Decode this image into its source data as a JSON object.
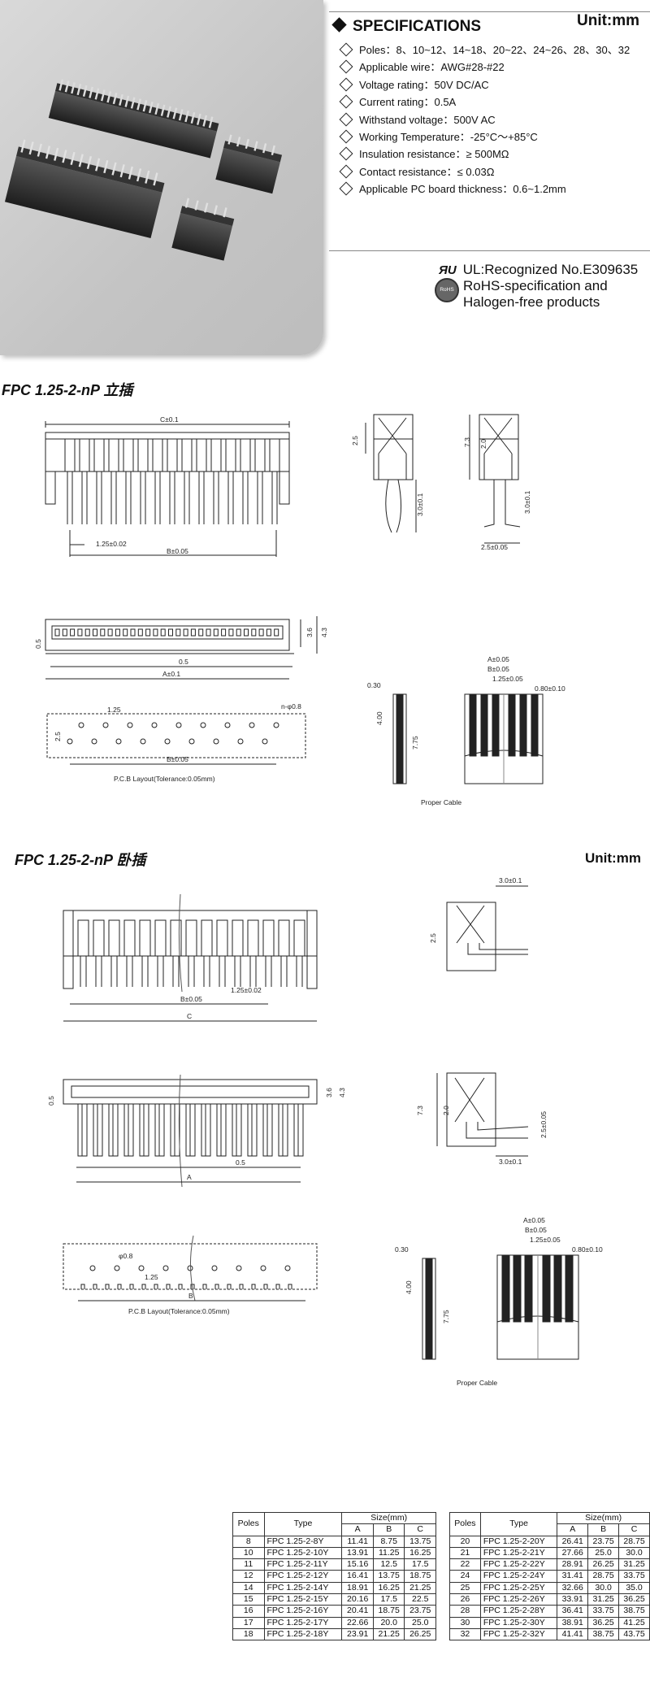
{
  "specs": {
    "title": "SPECIFICATIONS",
    "unit": "Unit:mm",
    "items": [
      "Poles：8、10~12、14~18、20~22、24~26、28、30、32",
      "Applicable wire：AWG#28-#22",
      "Voltage rating：50V DC/AC",
      "Current rating：0.5A",
      "Withstand voltage：500V AC",
      "Working Temperature：-25°C～+85°C",
      "Insulation resistance：≥ 500MΩ",
      "Contact resistance：≤ 0.03Ω",
      "Applicable PC board thickness：0.6~1.2mm"
    ]
  },
  "cert": {
    "ul_mark": "ЯU",
    "ul_text": "UL:Recognized No.E309635",
    "rohs_mark": "RoHS",
    "rohs_line1": "RoHS-specification and",
    "rohs_line2": "Halogen-free products"
  },
  "section1": {
    "title": "FPC 1.25-2-nP 立插",
    "labels": {
      "c": "C±0.1",
      "pitch": "1.25±0.02",
      "b": "B±0.05",
      "s_2_5": "2.5",
      "s_3_0": "3.0±0.1",
      "s_7_3": "7.3",
      "s_2_0": "2.0",
      "s_3_0b": "3.0±0.1",
      "s_2_5b": "2.5±0.05",
      "d_0_5": "0.5",
      "d_3_6": "3.6",
      "d_4_3": "4.3",
      "d_0_5b": "0.5",
      "a": "A±0.1",
      "pcb_1_25": "1.25",
      "pcb_2_5": "2.5",
      "pcb_hole": "n-φ0.8",
      "pcb_b": "B±0.05",
      "pcb_caption": "P.C.B Layout(Tolerance:0.05mm)",
      "cab_thk": "0.30",
      "cab_4": "4.00",
      "cab_775": "7.75",
      "cab_a": "A±0.05",
      "cab_b": "B±0.05",
      "cab_p": "1.25±0.05",
      "cab_w": "0.80±0.10",
      "cable_caption": "Proper Cable"
    }
  },
  "section2": {
    "title": "FPC 1.25-2-nP 卧插",
    "unit": "Unit:mm",
    "labels": {
      "b": "B±0.05",
      "pitch": "1.25±0.02",
      "c": "C",
      "s_3_0": "3.0±0.1",
      "s_2_5": "2.5",
      "d_0_5": "0.5",
      "d_3_6": "3.6",
      "d_4_3": "4.3",
      "d_0_5b": "0.5",
      "a": "A",
      "s_7_3": "7.3",
      "s_2_0": "2.0",
      "s_2_5b": "2.5±0.05",
      "s_3_0b": "3.0±0.1",
      "pcb_hole": "φ0.8",
      "pcb_1_25": "1.25",
      "pcb_b": "B",
      "pcb_caption": "P.C.B Layout(Tolerance:0.05mm)",
      "cab_thk": "0.30",
      "cab_4": "4.00",
      "cab_775": "7.75",
      "cab_a": "A±0.05",
      "cab_b": "B±0.05",
      "cab_p": "1.25±0.05",
      "cab_w": "0.80±0.10",
      "cable_caption": "Proper Cable"
    }
  },
  "tables": {
    "h_poles": "Poles",
    "h_type": "Type",
    "h_size": "Size(mm)",
    "h_a": "A",
    "h_b": "B",
    "h_c": "C",
    "left": [
      [
        "8",
        "FPC 1.25-2-8Y",
        "11.41",
        "8.75",
        "13.75"
      ],
      [
        "10",
        "FPC 1.25-2-10Y",
        "13.91",
        "11.25",
        "16.25"
      ],
      [
        "11",
        "FPC 1.25-2-11Y",
        "15.16",
        "12.5",
        "17.5"
      ],
      [
        "12",
        "FPC 1.25-2-12Y",
        "16.41",
        "13.75",
        "18.75"
      ],
      [
        "14",
        "FPC 1.25-2-14Y",
        "18.91",
        "16.25",
        "21.25"
      ],
      [
        "15",
        "FPC 1.25-2-15Y",
        "20.16",
        "17.5",
        "22.5"
      ],
      [
        "16",
        "FPC 1.25-2-16Y",
        "20.41",
        "18.75",
        "23.75"
      ],
      [
        "17",
        "FPC 1.25-2-17Y",
        "22.66",
        "20.0",
        "25.0"
      ],
      [
        "18",
        "FPC 1.25-2-18Y",
        "23.91",
        "21.25",
        "26.25"
      ]
    ],
    "right": [
      [
        "20",
        "FPC 1.25-2-20Y",
        "26.41",
        "23.75",
        "28.75"
      ],
      [
        "21",
        "FPC 1.25-2-21Y",
        "27.66",
        "25.0",
        "30.0"
      ],
      [
        "22",
        "FPC 1.25-2-22Y",
        "28.91",
        "26.25",
        "31.25"
      ],
      [
        "24",
        "FPC 1.25-2-24Y",
        "31.41",
        "28.75",
        "33.75"
      ],
      [
        "25",
        "FPC 1.25-2-25Y",
        "32.66",
        "30.0",
        "35.0"
      ],
      [
        "26",
        "FPC 1.25-2-26Y",
        "33.91",
        "31.25",
        "36.25"
      ],
      [
        "28",
        "FPC 1.25-2-28Y",
        "36.41",
        "33.75",
        "38.75"
      ],
      [
        "30",
        "FPC 1.25-2-30Y",
        "38.91",
        "36.25",
        "41.25"
      ],
      [
        "32",
        "FPC 1.25-2-32Y",
        "41.41",
        "38.75",
        "43.75"
      ]
    ]
  }
}
